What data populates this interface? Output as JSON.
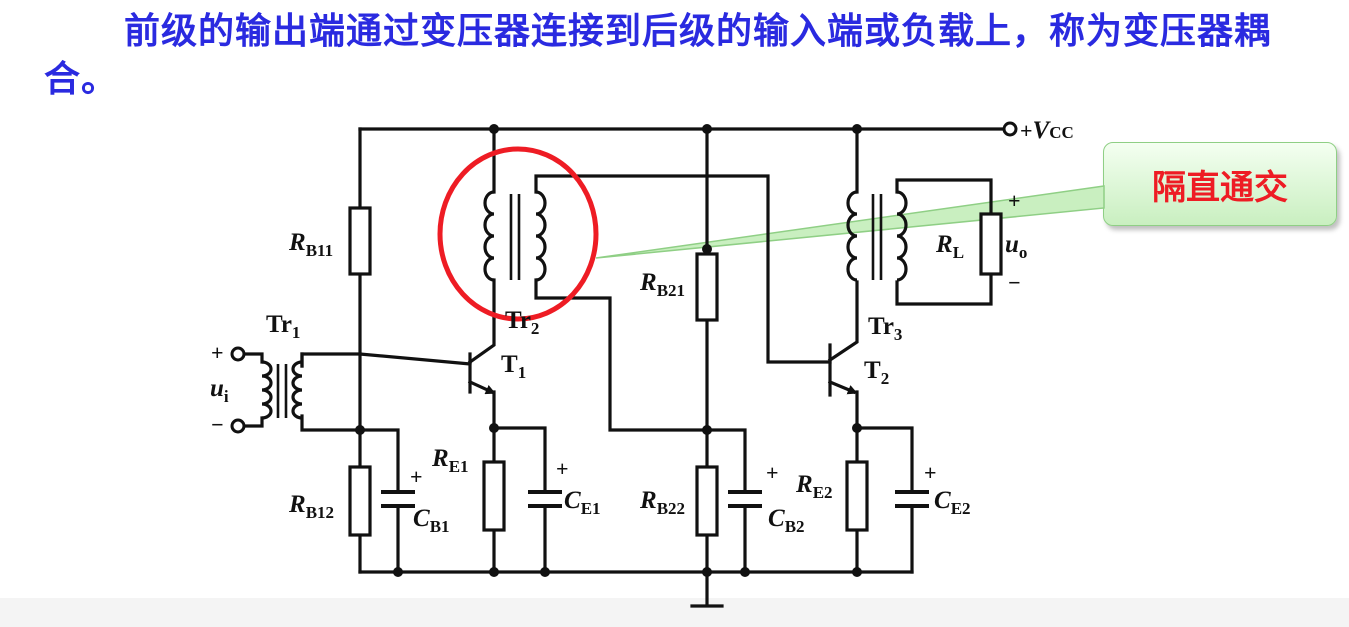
{
  "heading": "前级的输出端通过变压器连接到后级的输入端或负载上，称为变压器耦合。",
  "callout": "隔直通交",
  "colors": {
    "heading": "#2a2ae0",
    "callout_text": "#ee1c24",
    "highlight_circle": "#ee1c24",
    "callout_fill": "#c9efc0"
  },
  "circuit": {
    "vcc": {
      "prefix": "+",
      "main": "V",
      "sub": "CC"
    },
    "components": [
      {
        "id": "rb11",
        "main": "R",
        "sub": "B11"
      },
      {
        "id": "rb12",
        "main": "R",
        "sub": "B12"
      },
      {
        "id": "cb1",
        "main": "C",
        "sub": "B1"
      },
      {
        "id": "re1",
        "main": "R",
        "sub": "E1"
      },
      {
        "id": "ce1",
        "main": "C",
        "sub": "E1"
      },
      {
        "id": "rb21",
        "main": "R",
        "sub": "B21"
      },
      {
        "id": "rb22",
        "main": "R",
        "sub": "B22"
      },
      {
        "id": "cb2",
        "main": "C",
        "sub": "B2"
      },
      {
        "id": "re2",
        "main": "R",
        "sub": "E2"
      },
      {
        "id": "ce2",
        "main": "C",
        "sub": "E2"
      },
      {
        "id": "rl",
        "main": "R",
        "sub": "L"
      },
      {
        "id": "tr1",
        "main": "Tr",
        "sub": "1"
      },
      {
        "id": "tr2",
        "main": "Tr",
        "sub": "2"
      },
      {
        "id": "tr3",
        "main": "Tr",
        "sub": "3"
      },
      {
        "id": "t1",
        "main": "T",
        "sub": "1"
      },
      {
        "id": "t2",
        "main": "T",
        "sub": "2"
      },
      {
        "id": "ui",
        "main": "u",
        "sub": "i"
      },
      {
        "id": "uo",
        "main": "u",
        "sub": "o"
      }
    ],
    "symbols": {
      "plus": "+",
      "minus": "−"
    }
  }
}
